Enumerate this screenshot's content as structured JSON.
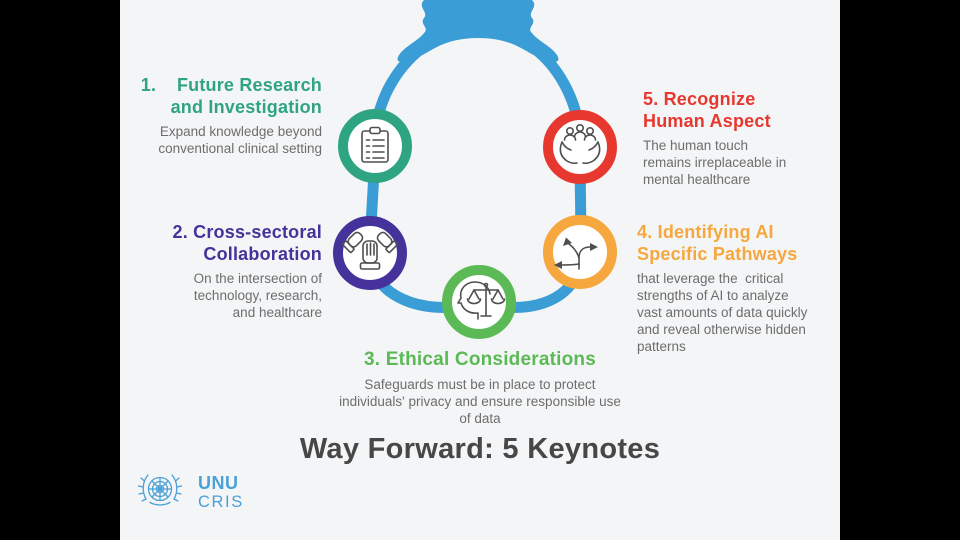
{
  "slide": {
    "bg": "#f4f5f6",
    "frame_color": "#000000"
  },
  "bulb": {
    "color": "#3b9dd5"
  },
  "title": {
    "text": "Way Forward: 5 Keynotes",
    "color": "#474747"
  },
  "colors": {
    "body_text": "#6d6d6d",
    "icon_stroke": "#4f4f4f"
  },
  "items": [
    {
      "heading": "1.    Future Research\nand Investigation",
      "body": "Expand knowledge beyond\nconventional clinical setting",
      "color": "#2fa483",
      "icon": "clipboard-checklist-icon"
    },
    {
      "heading": "2. Cross-sectoral\nCollaboration",
      "body": "On the intersection of\ntechnology, research,\nand healthcare",
      "color": "#45339b",
      "icon": "stacked-hands-icon"
    },
    {
      "heading": "3. Ethical Considerations",
      "body": "Safeguards must be in place to protect\nindividuals' privacy and ensure responsible use\nof data",
      "color": "#5bba55",
      "icon": "head-scales-icon"
    },
    {
      "heading": "4. Identifying AI\nSpecific Pathways",
      "body": "that leverage the  critical\nstrengths of AI to analyze\nvast amounts of data quickly\nand reveal otherwise hidden\npatterns",
      "color": "#f6a73e",
      "icon": "branching-arrows-icon"
    },
    {
      "heading": "5. Recognize\nHuman Aspect",
      "body": "The human touch\nremains irreplaceable in\nmental healthcare",
      "color": "#e6382e",
      "icon": "hands-holding-people-icon"
    }
  ],
  "logo": {
    "org": "UNU",
    "unit": "CRIS",
    "color": "#4aa0d8"
  }
}
